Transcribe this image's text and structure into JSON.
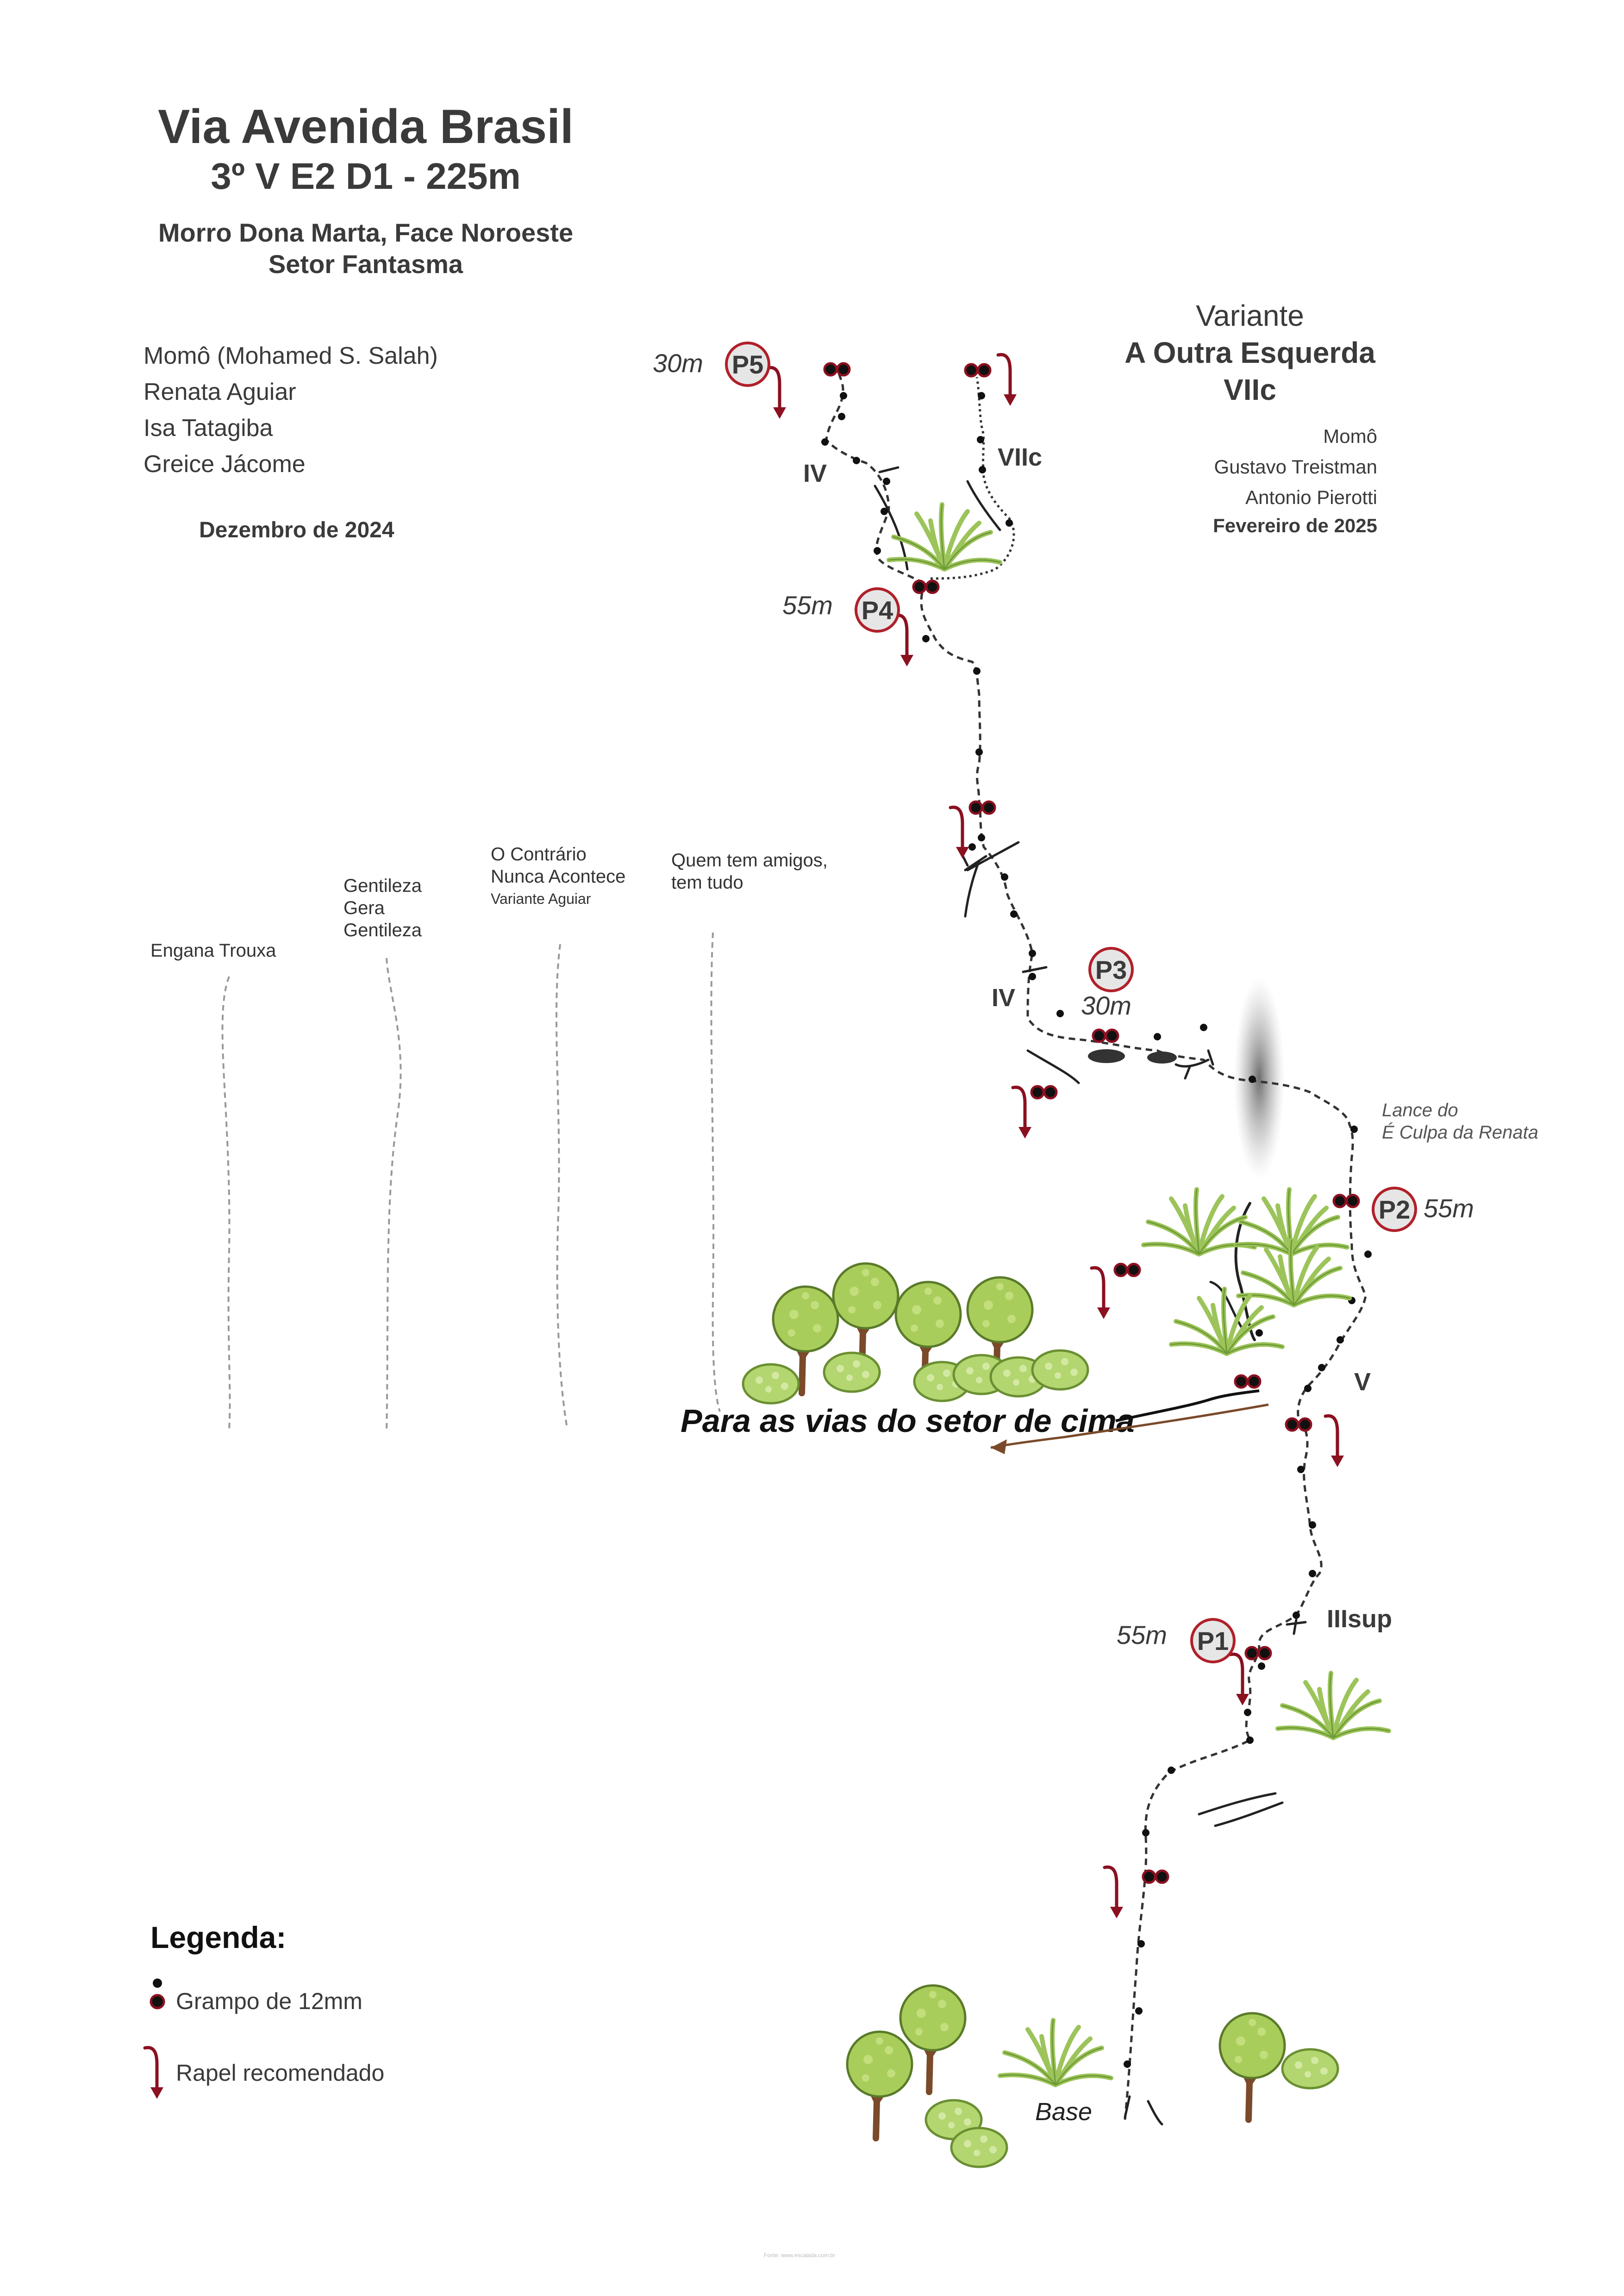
{
  "header": {
    "title": "Via Avenida Brasil",
    "subtitle": "3º V E2 D1 - 225m",
    "location_line1": "Morro Dona Marta, Face Noroeste",
    "location_line2": "Setor Fantasma",
    "authors": [
      "Momô (Mohamed S. Salah)",
      "Renata Aguiar",
      "Isa Tatagiba",
      "Greice Jácome"
    ],
    "date": "Dezembro de 2024"
  },
  "variant": {
    "heading": "Variante",
    "name": "A Outra Esquerda",
    "grade": "VIIc",
    "authors": [
      "Momô",
      "Gustavo Treistman",
      "Antonio Pierotti"
    ],
    "date": "Fevereiro de 2025"
  },
  "neighbor_routes": [
    {
      "name": "Engana Trouxa",
      "sub": ""
    },
    {
      "name_lines": [
        "Gentileza",
        "Gera",
        "Gentileza"
      ]
    },
    {
      "name_lines": [
        "O Contrário",
        "Nunca Acontece"
      ],
      "sub": "Variante Aguiar"
    },
    {
      "name_lines": [
        "Quem tem amigos,",
        "tem tudo"
      ]
    }
  ],
  "belays": [
    {
      "id": "P5",
      "length": "30m"
    },
    {
      "id": "P4",
      "length": "55m"
    },
    {
      "id": "P3",
      "length": "30m"
    },
    {
      "id": "P2",
      "length": "55m"
    },
    {
      "id": "P1",
      "length": "55m"
    }
  ],
  "grades": {
    "p5_left": "IV",
    "p5_right": "VIIc",
    "p3": "IV",
    "p2": "V",
    "p1": "IIIsup"
  },
  "annotations": {
    "lance_line1": "Lance do",
    "lance_line2": "É Culpa da Renata",
    "upper_sector": "Para as vias do setor de cima",
    "base": "Base"
  },
  "legend": {
    "title": "Legenda:",
    "bolt": "Grampo de 12mm",
    "rappel": "Rapel recomendado"
  },
  "footer": "Fonte: www.escalada.com.br",
  "colors": {
    "rope": "#333333",
    "rappel": "#8b1020",
    "belay_fill": "#e6e6e6",
    "belay_stroke": "#b0202a",
    "bromeliad": "#9cc45a",
    "tree_canopy": "#a9cd5a",
    "trunk": "#7a4a2a"
  }
}
